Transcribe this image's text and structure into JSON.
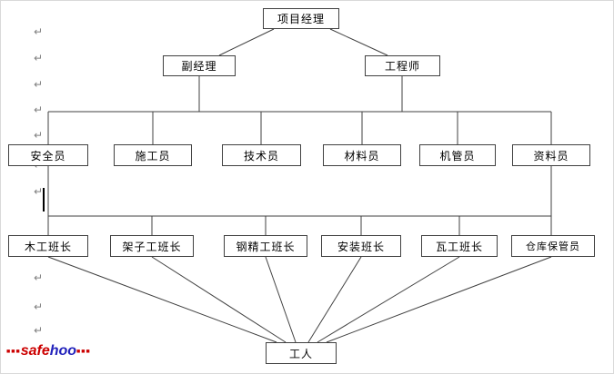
{
  "document": {
    "background": "#ffffff",
    "formatting_mark_glyph": "↵"
  },
  "org_chart": {
    "type": "org-tree",
    "title": "",
    "nodes": {
      "project_manager": "项目经理",
      "deputy_manager": "副经理",
      "engineer": "工程师",
      "safety_officer": "安全员",
      "construction_officer": "施工员",
      "technician": "技术员",
      "material_officer": "材料员",
      "machinery_officer": "机管员",
      "document_officer": "资料员",
      "carpentry_foreman": "木工班长",
      "scaffolding_foreman": "架子工班长",
      "rebar_foreman": "钢精工班长",
      "installation_foreman": "安装班长",
      "mason_foreman": "瓦工班长",
      "warehouse_keeper": "仓库保管员",
      "workers": "工人"
    },
    "levels": [
      [
        "project_manager"
      ],
      [
        "deputy_manager",
        "engineer"
      ],
      [
        "safety_officer",
        "construction_officer",
        "technician",
        "material_officer",
        "machinery_officer",
        "document_officer"
      ],
      [
        "carpentry_foreman",
        "scaffolding_foreman",
        "rebar_foreman",
        "installation_foreman",
        "mason_foreman",
        "warehouse_keeper"
      ],
      [
        "workers"
      ]
    ],
    "edges": [
      {
        "from": [
          "project_manager"
        ],
        "to": [
          "deputy_manager",
          "engineer"
        ]
      },
      {
        "from": [
          "deputy_manager",
          "engineer"
        ],
        "to": [
          "safety_officer",
          "construction_officer",
          "technician",
          "material_officer",
          "machinery_officer",
          "document_officer"
        ]
      },
      {
        "from": [
          "safety_officer",
          "document_officer"
        ],
        "to": [
          "carpentry_foreman",
          "scaffolding_foreman",
          "rebar_foreman",
          "installation_foreman",
          "mason_foreman",
          "warehouse_keeper"
        ]
      },
      {
        "from": [
          "carpentry_foreman",
          "scaffolding_foreman",
          "rebar_foreman",
          "installation_foreman",
          "mason_foreman",
          "warehouse_keeper"
        ],
        "to": [
          "workers"
        ]
      }
    ]
  },
  "watermark": {
    "blocks_left": "■■■",
    "text_safe": "safe",
    "text_hoo": "hoo",
    "blocks_right": "■■■",
    "color_safe": "#cc0000",
    "color_hoo": "#2222bb"
  }
}
